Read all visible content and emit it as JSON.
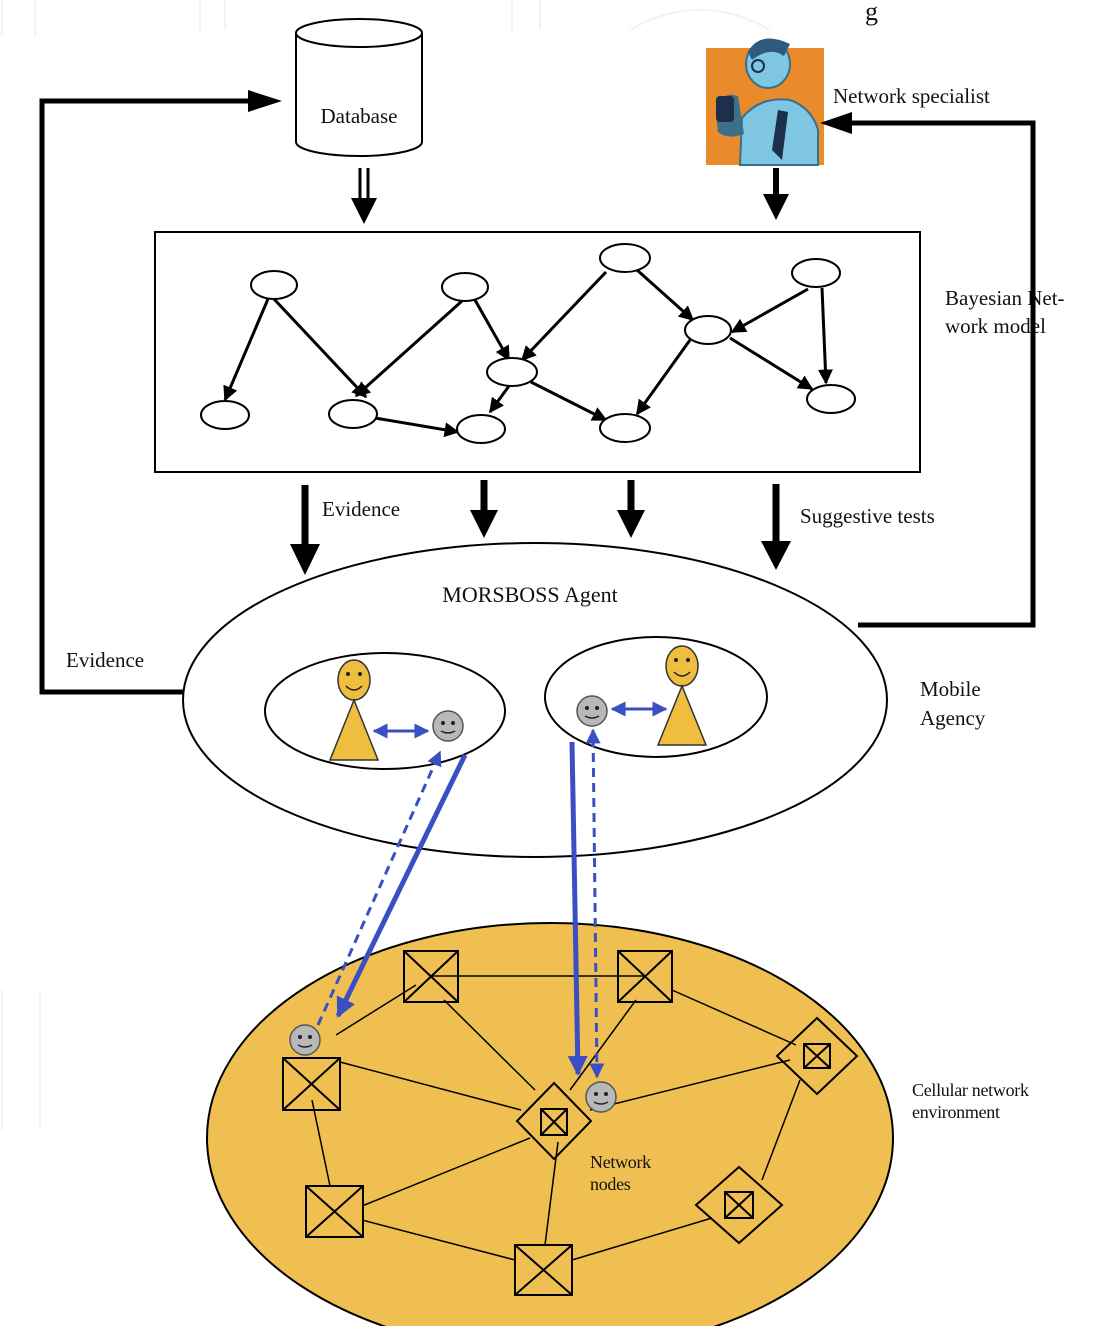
{
  "caption_fragment": "g",
  "labels": {
    "database": "Database",
    "network_specialist": "Network specialist",
    "bayesian_line1": "Bayesian Net-",
    "bayesian_line2": "work model",
    "evidence_top": "Evidence",
    "suggestive_tests": "Suggestive tests",
    "agent": "MORSBOSS Agent",
    "evidence_left": "Evidence",
    "mobile_line1": "Mobile",
    "mobile_line2": "Agency",
    "cellular_line1": "Cellular network",
    "cellular_line2": "environment",
    "nodes_line1": "Network",
    "nodes_line2": "nodes"
  },
  "colors": {
    "agent_arrow": "#3a4fc4",
    "cellular_fill": "#f0bf52",
    "person_fill": "#f0be3e",
    "robot_fill": "#b8b8b8",
    "specialist_bg": "#e98a2b",
    "specialist_shirt": "#7fc6e2"
  },
  "icons": {
    "specialist": "network-specialist-person-icon",
    "user_face": "smiley-face-icon",
    "robot_face": "robot-agent-face-icon",
    "network_node": "crossed-box-node-icon"
  }
}
